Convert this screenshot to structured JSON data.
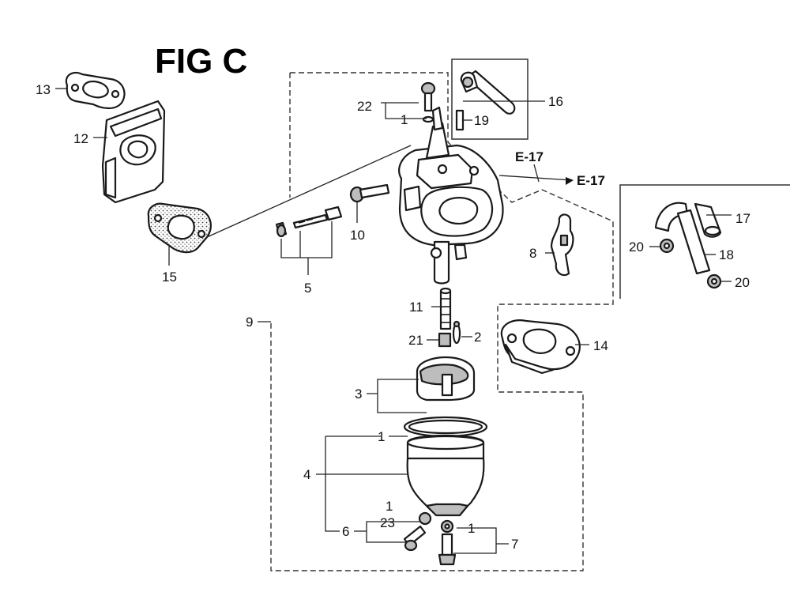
{
  "figure": {
    "title": "FIG C",
    "refs": {
      "e17_upper": "E-17",
      "e17_right": "E-17"
    },
    "callouts": {
      "c1a": "1",
      "c1b": "1",
      "c1c": "1",
      "c1d": "1",
      "c2": "2",
      "c3": "3",
      "c4": "4",
      "c5": "5",
      "c6": "6",
      "c7": "7",
      "c8": "8",
      "c9": "9",
      "c10": "10",
      "c11": "11",
      "c12": "12",
      "c13": "13",
      "c14": "14",
      "c15": "15",
      "c16": "16",
      "c17": "17",
      "c18": "18",
      "c19": "19",
      "c20a": "20",
      "c20b": "20",
      "c21": "21",
      "c22": "22",
      "c23": "23"
    }
  }
}
